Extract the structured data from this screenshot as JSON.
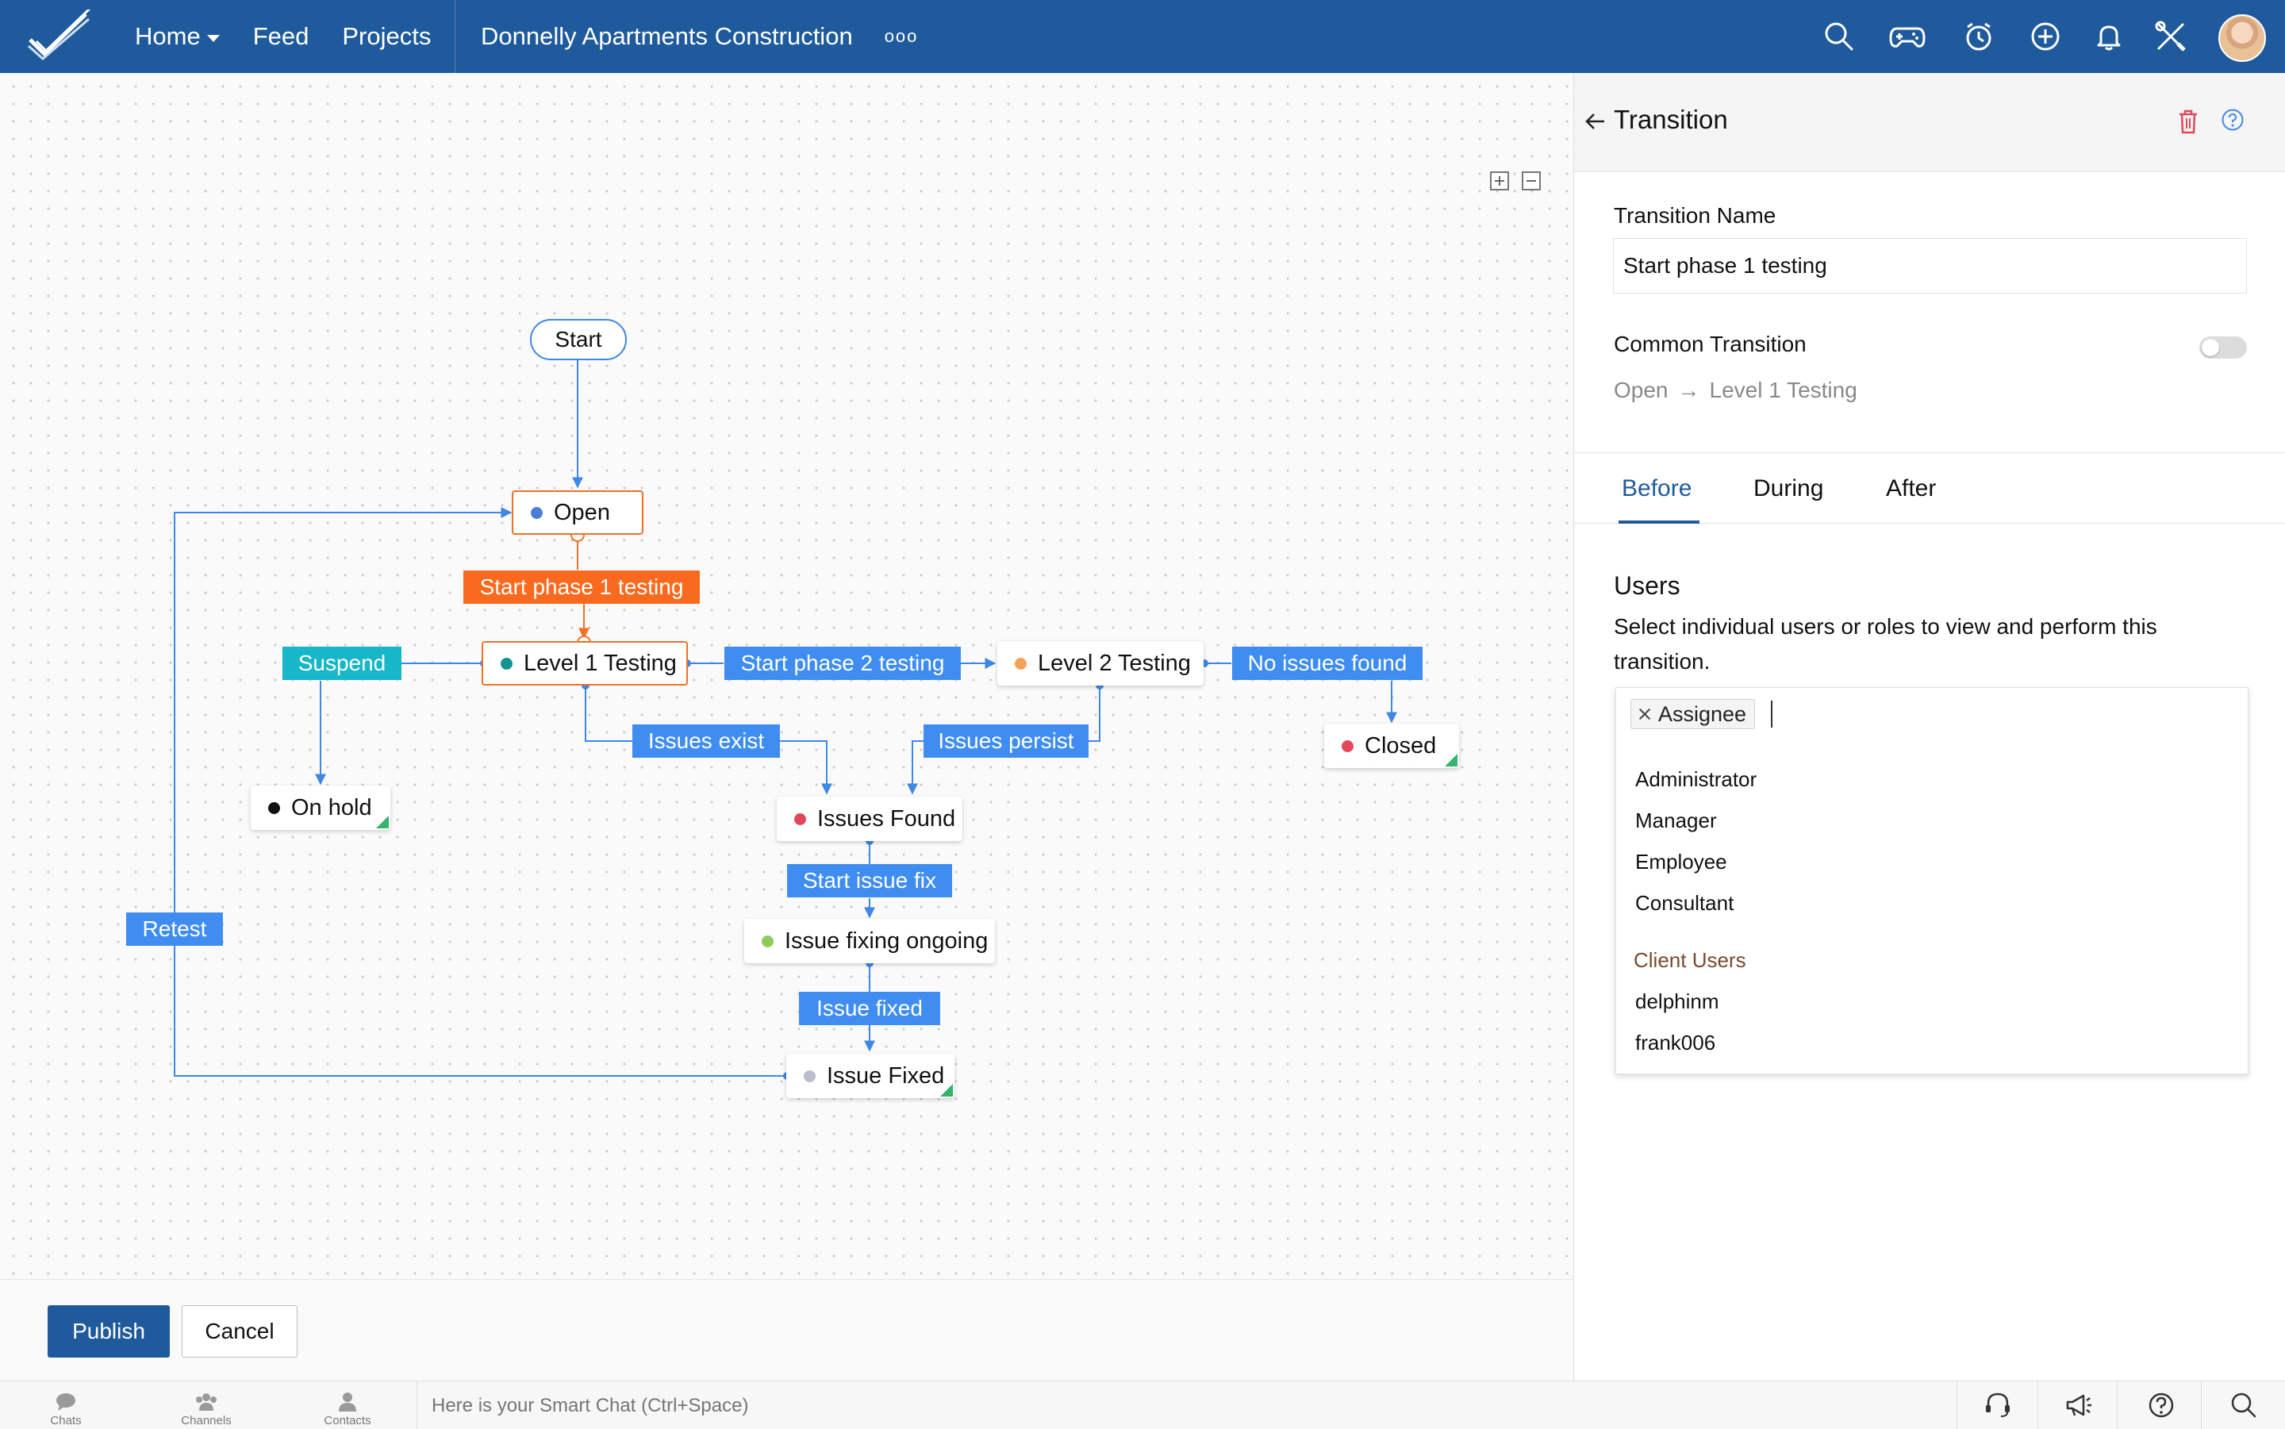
{
  "nav": {
    "home": "Home",
    "feed": "Feed",
    "projects": "Projects",
    "project_name": "Donnelly Apartments Construction",
    "more": "ooo"
  },
  "topbar_icons": [
    "search-icon",
    "gamepad-icon",
    "timer-icon",
    "plus-circle-icon",
    "bell-icon",
    "tools-icon"
  ],
  "workflow": {
    "start": "Start",
    "statuses": {
      "open": "Open",
      "level1": "Level 1 Testing",
      "level2": "Level 2 Testing",
      "closed": "Closed",
      "onhold": "On hold",
      "issues_found": "Issues Found",
      "fixing": "Issue fixing ongoing",
      "fixed": "Issue Fixed"
    },
    "transitions": {
      "phase1": "Start phase 1 testing",
      "suspend": "Suspend",
      "phase2": "Start phase 2 testing",
      "no_issues": "No issues found",
      "issues_exist": "Issues exist",
      "issues_persist": "Issues persist",
      "start_fix": "Start issue fix",
      "issue_fixed": "Issue fixed",
      "retest": "Retest"
    },
    "colors": {
      "open": "#4a7fd8",
      "level1": "#16938f",
      "level2": "#f4a25a",
      "closed": "#e4465b",
      "onhold": "#111111",
      "issues_found": "#e4465b",
      "fixing": "#8fcb5a",
      "fixed": "#b9bfcc",
      "accent_blue": "#3f8df0",
      "selected_orange": "#fa6a1e",
      "suspend_teal": "#17b6c8"
    }
  },
  "actions": {
    "publish": "Publish",
    "cancel": "Cancel"
  },
  "panel": {
    "title": "Transition",
    "name_label": "Transition Name",
    "name_value": "Start phase 1 testing",
    "common_label": "Common Transition",
    "common_enabled": false,
    "from": "Open",
    "arrow": "→",
    "to": "Level 1 Testing",
    "tabs": [
      "Before",
      "During",
      "After"
    ],
    "active_tab": "Before",
    "users_title": "Users",
    "users_desc": "Select individual users or roles to view and perform this transition.",
    "chip": "Assignee",
    "options": [
      "Administrator",
      "Manager",
      "Employee",
      "Consultant"
    ],
    "client_group": "Client Users",
    "client_options": [
      "delphinm",
      "frank006"
    ]
  },
  "chatbar": {
    "chats": "Chats",
    "channels": "Channels",
    "contacts": "Contacts",
    "placeholder": "Here is your Smart Chat (Ctrl+Space)"
  }
}
